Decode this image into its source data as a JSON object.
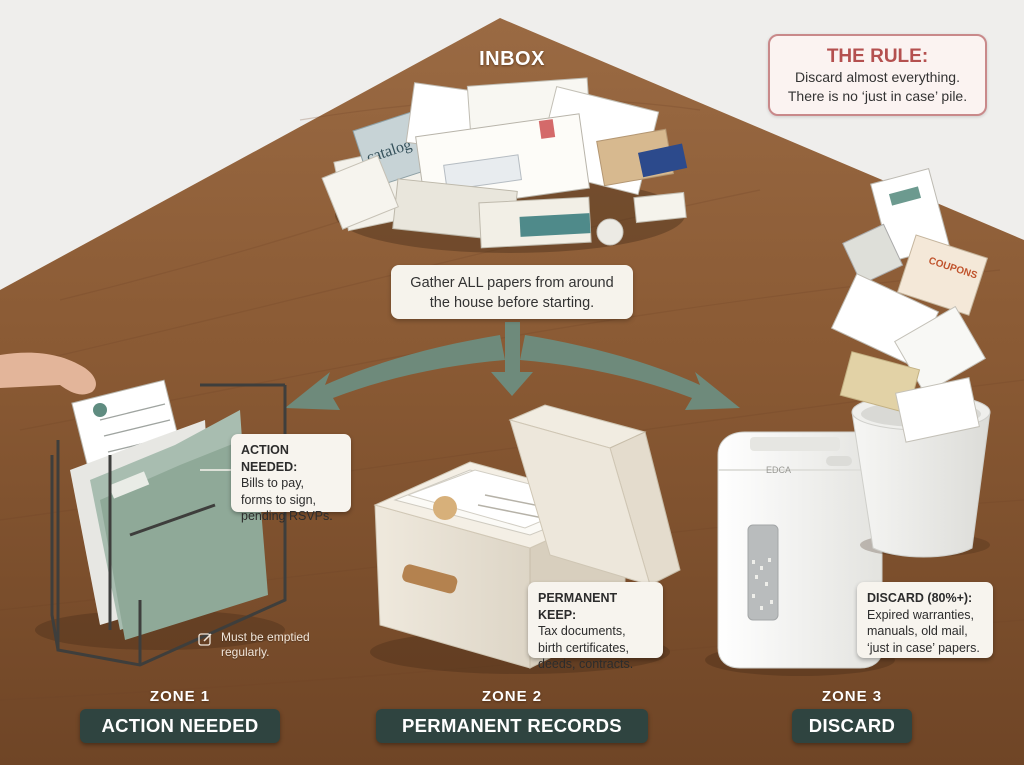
{
  "inbox": {
    "title": "INBOX",
    "instruction_lines": [
      "Gather ALL papers from around",
      "the house before starting."
    ]
  },
  "rule": {
    "title": "THE RULE:",
    "lines": [
      "Discard almost everything.",
      "There is no ‘just in case’ pile."
    ]
  },
  "zones": [
    {
      "number": "ZONE 1",
      "name": "ACTION NEEDED",
      "callout": {
        "title": "ACTION NEEDED:",
        "lines": [
          "Bills to pay,",
          "forms to sign,",
          "pending RSVPs."
        ]
      },
      "note": {
        "icon": "edit-note-icon",
        "lines": [
          "Must be emptied",
          "regularly."
        ]
      }
    },
    {
      "number": "ZONE 2",
      "name": "PERMANENT RECORDS",
      "callout": {
        "title": "PERMANENT KEEP:",
        "lines": [
          "Tax documents,",
          "birth certificates,",
          "deeds, contracts."
        ]
      }
    },
    {
      "number": "ZONE 3",
      "name": "DISCARD",
      "callout": {
        "title": "DISCARD (80%+):",
        "lines": [
          "Expired warranties,",
          "manuals, old mail,",
          "‘just in case’ papers."
        ]
      }
    }
  ],
  "illustration_text": {
    "catalog": "catalog",
    "coupons": "COUPONS",
    "shredder_brand": "EDCA"
  },
  "colors": {
    "table_wood": "#8a5a35",
    "wall": "#efeeec",
    "arrow_sage": "#6e8a7b",
    "zone_pill": "#2f4440",
    "rule_border": "#c9898a",
    "rule_title": "#b4504f",
    "callout_bg": "#f7f4ee",
    "folder_green": "#8fa998",
    "archive_box": "#ece6da",
    "shredder": "#f4f4f2"
  }
}
